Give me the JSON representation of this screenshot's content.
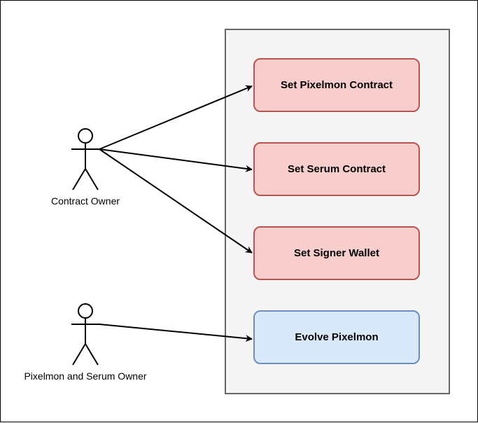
{
  "actors": [
    {
      "id": "contract-owner",
      "label": "Contract Owner"
    },
    {
      "id": "pixelmon-serum-owner",
      "label": "Pixelmon and Serum Owner"
    }
  ],
  "use_cases": [
    {
      "id": "set-pixelmon-contract",
      "label": "Set Pixelmon Contract",
      "fill": "#f8cecc",
      "stroke": "#b85450"
    },
    {
      "id": "set-serum-contract",
      "label": "Set Serum Contract",
      "fill": "#f8cecc",
      "stroke": "#b85450"
    },
    {
      "id": "set-signer-wallet",
      "label": "Set Signer Wallet",
      "fill": "#f8cecc",
      "stroke": "#b85450"
    },
    {
      "id": "evolve-pixelmon",
      "label": "Evolve Pixelmon",
      "fill": "#dae8fc",
      "stroke": "#6c8ebf"
    }
  ],
  "system_boundary": {
    "fill": "#f5f5f5",
    "stroke": "#666666"
  },
  "associations": [
    {
      "from": "contract-owner",
      "to": "set-pixelmon-contract"
    },
    {
      "from": "contract-owner",
      "to": "set-serum-contract"
    },
    {
      "from": "contract-owner",
      "to": "set-signer-wallet"
    },
    {
      "from": "pixelmon-serum-owner",
      "to": "evolve-pixelmon"
    }
  ]
}
